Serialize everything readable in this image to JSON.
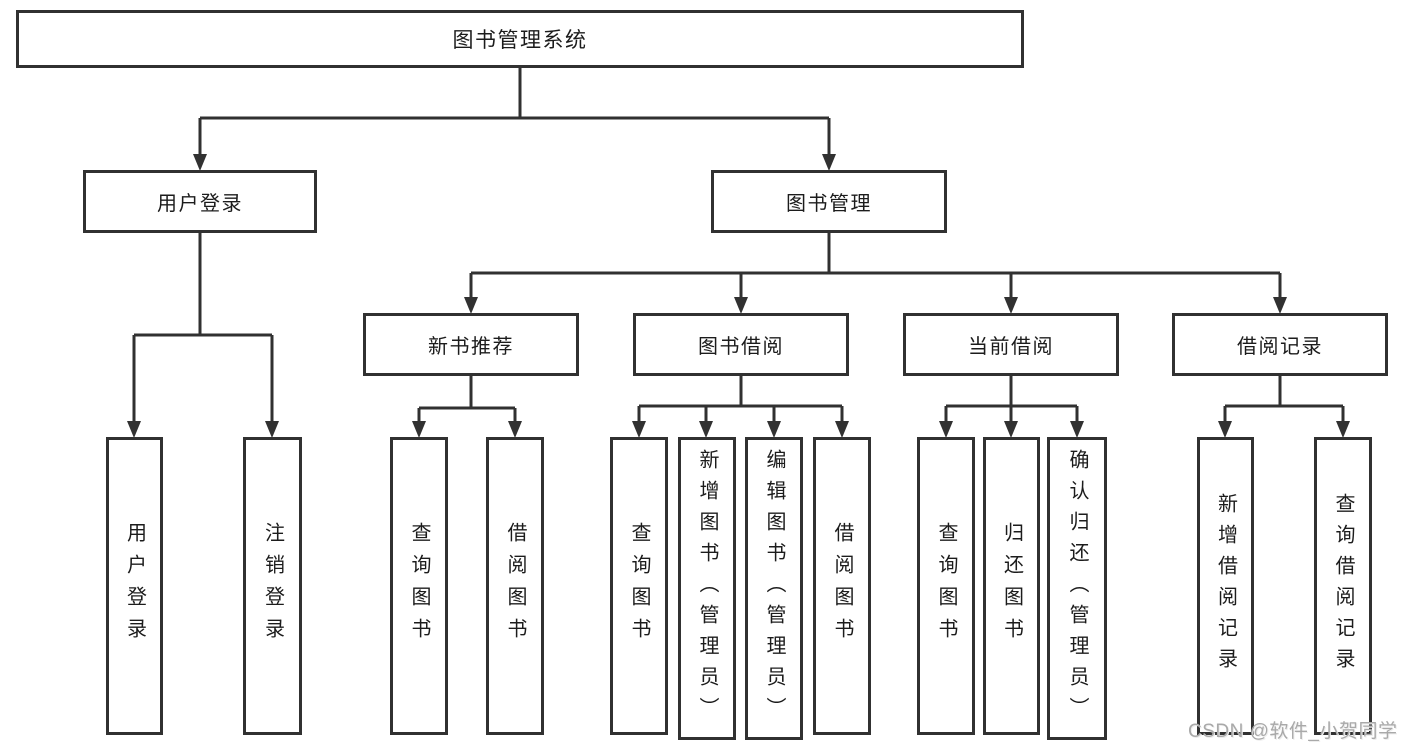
{
  "diagram_title": "图书管理系统",
  "colors": {
    "line": "#313131",
    "box_border": "#313131",
    "text": "#1c1c1c",
    "watermark": "#a9a9a9",
    "background": "#ffffff"
  },
  "tree": {
    "root": {
      "label": "图书管理系统"
    },
    "children": [
      {
        "label": "用户登录",
        "children": [
          {
            "label": "用户登录"
          },
          {
            "label": "注销登录"
          }
        ]
      },
      {
        "label": "图书管理",
        "children": [
          {
            "label": "新书推荐",
            "children": [
              {
                "label": "查询图书"
              },
              {
                "label": "借阅图书"
              }
            ]
          },
          {
            "label": "图书借阅",
            "children": [
              {
                "label": "查询图书"
              },
              {
                "label": "新增图书（管理员）"
              },
              {
                "label": "编辑图书（管理员）"
              },
              {
                "label": "借阅图书"
              }
            ]
          },
          {
            "label": "当前借阅",
            "children": [
              {
                "label": "查询图书"
              },
              {
                "label": "归还图书"
              },
              {
                "label": "确认归还（管理员）"
              }
            ]
          },
          {
            "label": "借阅记录",
            "children": [
              {
                "label": "新增借阅记录"
              },
              {
                "label": "查询借阅记录"
              }
            ]
          }
        ]
      }
    ]
  },
  "watermark": "CSDN @软件_小贺同学"
}
